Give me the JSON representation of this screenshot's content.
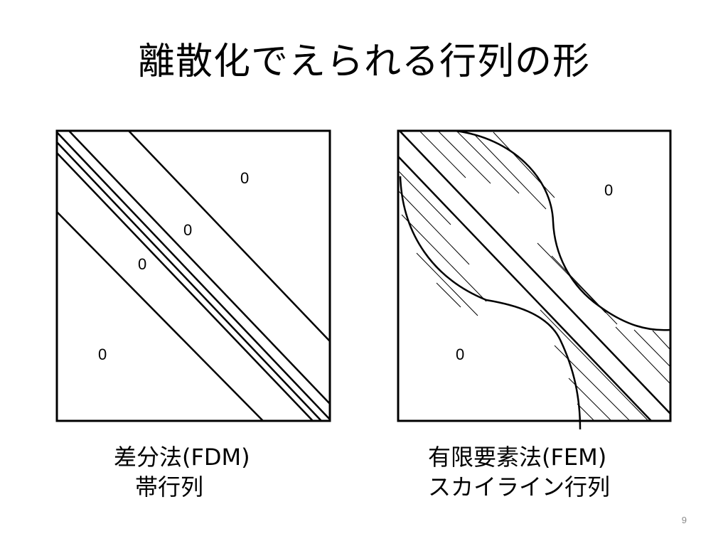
{
  "slide": {
    "title": "離散化でえられる行列の形",
    "page_number": "9"
  },
  "left_matrix": {
    "zero_labels": [
      "0",
      "0",
      "0",
      "0"
    ],
    "caption_line1": "差分法(FDM)",
    "caption_line2": "帯行列"
  },
  "right_matrix": {
    "zero_labels": [
      "0",
      "0"
    ],
    "caption_line1": "有限要素法(FEM)",
    "caption_line2": "スカイライン行列"
  }
}
